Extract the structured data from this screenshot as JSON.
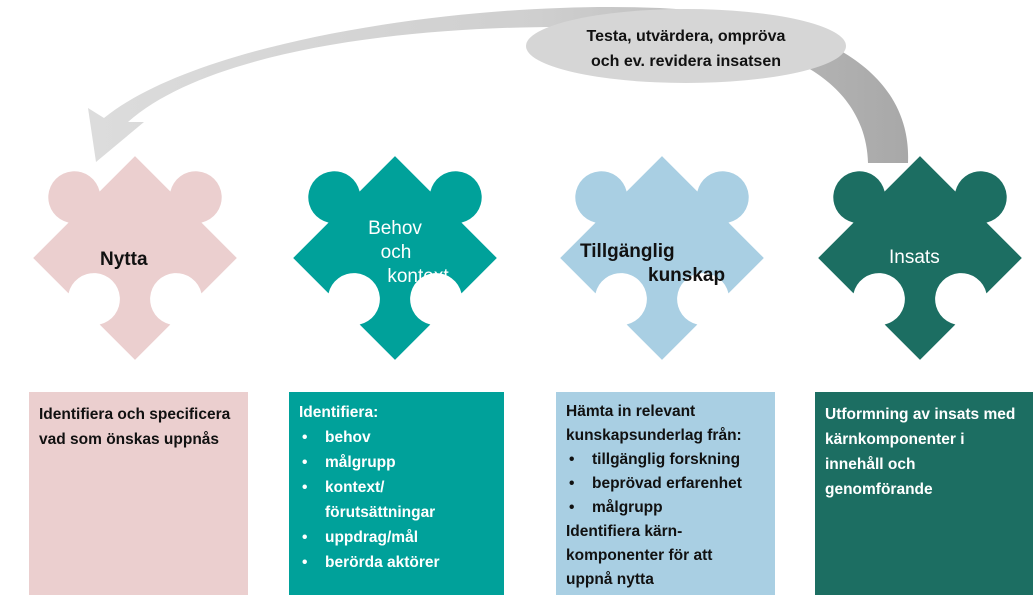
{
  "cycle": {
    "label_line1": "Testa, utvärdera, ompröva",
    "label_line2": "och ev. revidera insatsen"
  },
  "pieces": [
    {
      "title_lines": [
        "Nytta"
      ],
      "color": "#ebcfcf",
      "text_color": "#111111",
      "box": {
        "intro": "Identifiera och specificera vad som önskas uppnås",
        "bullets": [],
        "outro": ""
      }
    },
    {
      "title_lines": [
        "Behov",
        "och",
        "kontext"
      ],
      "color": "#00a19a",
      "text_color": "#ffffff",
      "box": {
        "intro": "Identifiera:",
        "bullets": [
          "behov",
          "målgrupp",
          "kontext/ förutsättningar",
          "uppdrag/mål",
          "berörda aktörer"
        ],
        "outro": ""
      }
    },
    {
      "title_lines": [
        "Tillgänglig",
        "kunskap"
      ],
      "color": "#a9cfe3",
      "text_color": "#111111",
      "box": {
        "intro": "Hämta in relevant kunskapsunderlag från:",
        "bullets": [
          "tillgänglig forskning",
          "beprövad erfarenhet",
          "målgrupp"
        ],
        "outro": "Identifiera kärn-komponenter för att uppnå nytta"
      }
    },
    {
      "title_lines": [
        "Insats"
      ],
      "color": "#1c6e62",
      "text_color": "#ffffff",
      "box": {
        "intro": "Utformning av insats med kärnkomponenter i innehåll och genomförande",
        "bullets": [],
        "outro": ""
      }
    }
  ]
}
